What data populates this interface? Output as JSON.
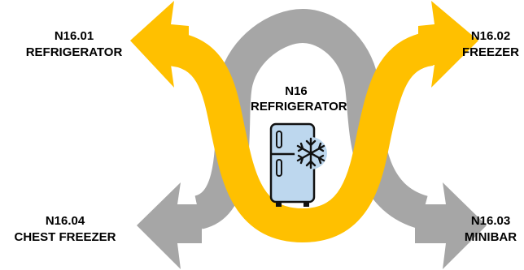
{
  "colors": {
    "yellow": "#FFC000",
    "gray": "#A6A6A6",
    "fridge_fill": "#BDD7EE",
    "outline": "#111111"
  },
  "center": {
    "code": "N16",
    "title": "REFRIGERATOR",
    "icon": "refrigerator-snowflake-icon"
  },
  "categories": {
    "top_left": {
      "code": "N16.01",
      "name": "REFRIGERATOR"
    },
    "top_right": {
      "code": "N16.02",
      "name": "FREEZER"
    },
    "bottom_right": {
      "code": "N16.03",
      "name": "MINIBAR"
    },
    "bottom_left": {
      "code": "N16.04",
      "name": "CHEST FREEZER"
    }
  }
}
